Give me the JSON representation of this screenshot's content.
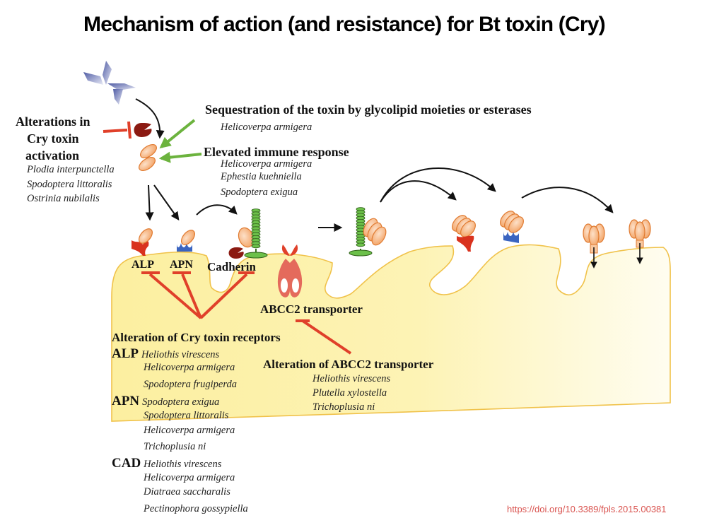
{
  "title": "Mechanism of action (and resistance) for Bt toxin (Cry)",
  "colors": {
    "inhibition_red": "#e0402a",
    "promote_green": "#6cb33e",
    "membrane_fill": "#fdf1a8",
    "membrane_stroke": "#f0c24a",
    "toxin_orange": "#f5a05a",
    "cadherin_green": "#6cc04a",
    "alp_red": "#d9321e",
    "apn_blue": "#3a64c0",
    "protease_brown": "#8b1a12",
    "protoxin_blue": "#5a64a8",
    "doi_red": "#d9534f"
  },
  "activation": {
    "heading": [
      "Alterations in",
      "Cry toxin",
      "activation"
    ],
    "species": [
      "Plodia interpunctella",
      "Spodoptera littoralis",
      "Ostrinia nubilalis"
    ]
  },
  "sequestration": {
    "heading": "Sequestration of the toxin by glycolipid moieties or esterases",
    "species": [
      "Helicoverpa armigera"
    ]
  },
  "immune": {
    "heading": "Elevated immune response",
    "species": [
      "Helicoverpa armigera",
      "Ephestia kuehniella",
      "Spodoptera exigua"
    ]
  },
  "membrane_labels": {
    "alp": "ALP",
    "apn": "APN",
    "cadherin": "Cadherin",
    "abcc2": "ABCC2 transporter"
  },
  "receptors": {
    "heading": "Alteration of Cry toxin receptors",
    "groups": [
      {
        "label": "ALP",
        "species": [
          "Heliothis virescens",
          "Helicoverpa armigera",
          "Spodoptera frugiperda"
        ]
      },
      {
        "label": "APN",
        "species": [
          "Spodoptera exigua",
          "Spodoptera littoralis",
          "Helicoverpa armigera",
          "Trichoplusia ni"
        ]
      },
      {
        "label": "CAD",
        "species": [
          "Heliothis virescens",
          "Helicoverpa armigera",
          "Diatraea saccharalis",
          "Pectinophora gossypiella"
        ]
      }
    ]
  },
  "abcc2": {
    "heading": "Alteration of ABCC2 transporter",
    "species": [
      "Heliothis virescens",
      "Plutella xylostella",
      "Trichoplusia ni"
    ]
  },
  "doi": "https://doi.org/10.3389/fpls.2015.00381"
}
